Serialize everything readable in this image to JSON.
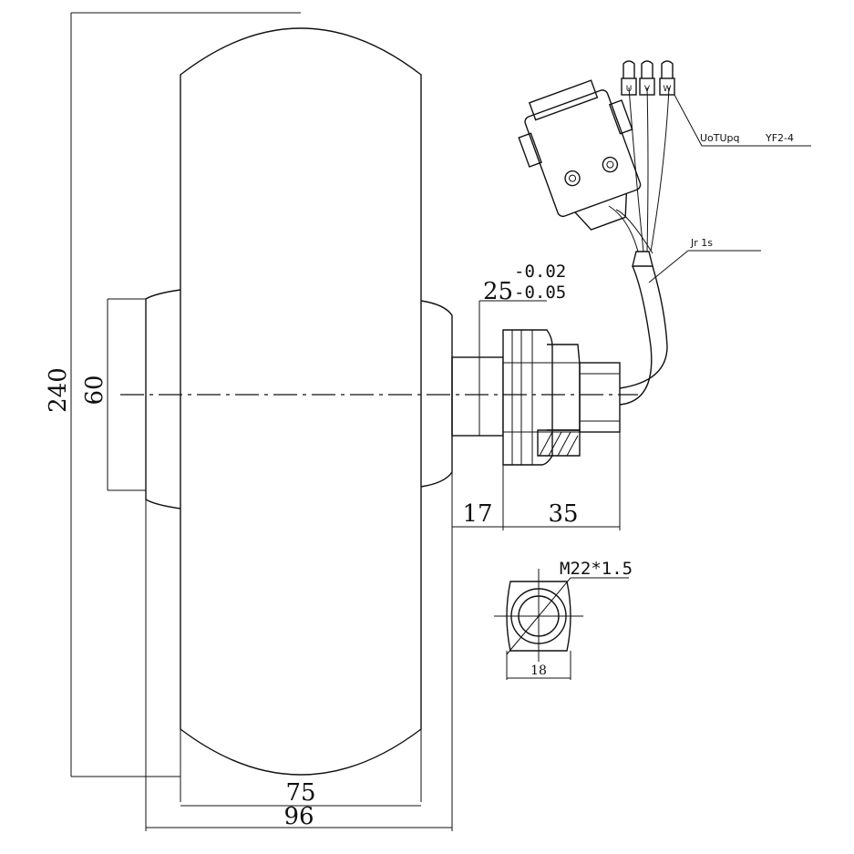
{
  "dimensions": {
    "height_overall": "240",
    "flange_diameter": "60",
    "shaft_diameter": "25",
    "shaft_tol_upper": "-0.02",
    "shaft_tol_lower": "-0.05",
    "shaft_len_17": "17",
    "shaft_len_35": "35",
    "width_75": "75",
    "width_96": "96",
    "thread_spec": "M22*1.5",
    "flat_width": "18"
  },
  "labels": {
    "connector_label": "UoTUpq",
    "connector_model": "YF2-4",
    "cable_label": "Jr  1s",
    "pin_u": "U",
    "pin_v": "V",
    "pin_w": "W"
  }
}
